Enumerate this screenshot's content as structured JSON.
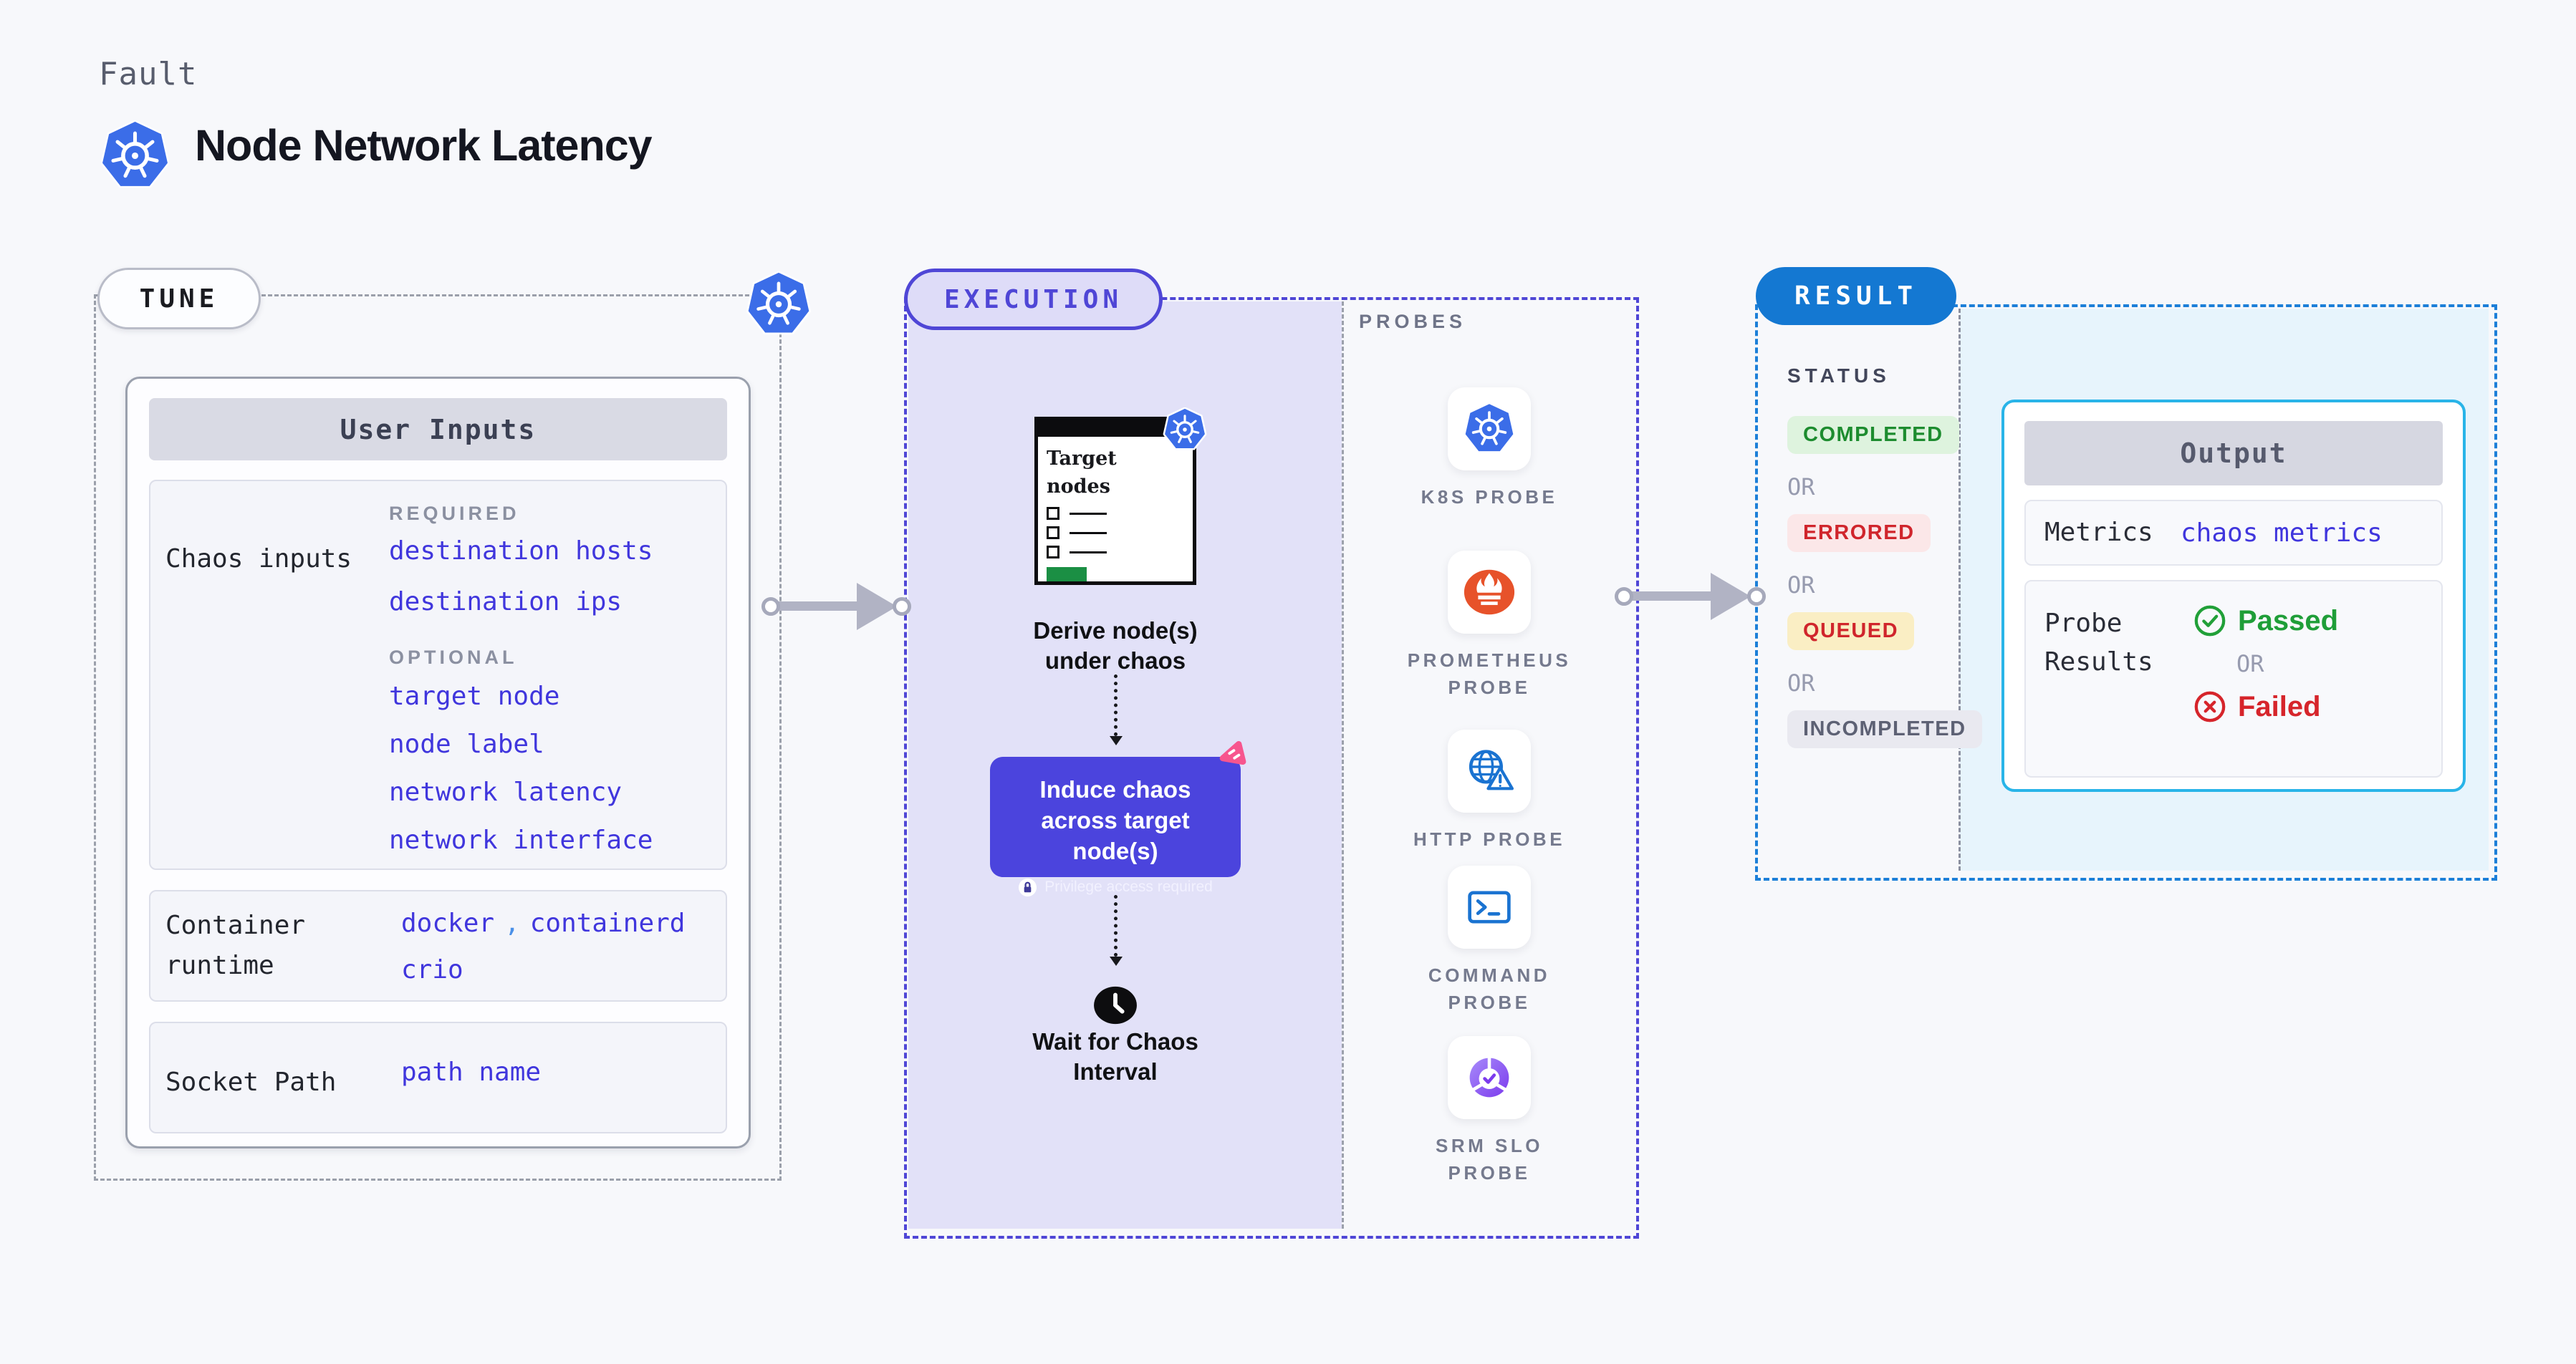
{
  "header": {
    "eyebrow": "Fault",
    "title": "Node Network Latency"
  },
  "tune": {
    "pill": "TUNE",
    "panel_title": "User Inputs",
    "chaos_inputs": {
      "label": "Chaos inputs",
      "required_heading": "REQUIRED",
      "required_items": [
        "destination hosts",
        "destination ips"
      ],
      "optional_heading": "OPTIONAL",
      "optional_items": [
        "target node",
        "node label",
        "network latency",
        "network interface"
      ]
    },
    "container_runtime": {
      "label": "Container runtime",
      "value_1": "docker",
      "separator": ",",
      "value_2": "containerd",
      "value_3": "crio"
    },
    "socket_path": {
      "label": "Socket Path",
      "value": "path name"
    }
  },
  "execution": {
    "pill": "EXECUTION",
    "target_nodes_title": "Target nodes",
    "derive_caption": "Derive node(s) under chaos",
    "induce_title": "Induce chaos across target node(s)",
    "privilege_note": "Privilege access required",
    "wait_caption": "Wait for Chaos Interval",
    "probes_title": "PROBES",
    "probes": [
      {
        "icon": "kubernetes-icon",
        "label": "K8S PROBE"
      },
      {
        "icon": "prometheus-icon",
        "label": "PROMETHEUS PROBE"
      },
      {
        "icon": "http-globe-icon",
        "label": "HTTP PROBE"
      },
      {
        "icon": "command-terminal-icon",
        "label": "COMMAND PROBE"
      },
      {
        "icon": "srm-slo-icon",
        "label": "SRM SLO PROBE"
      }
    ]
  },
  "result": {
    "pill": "RESULT",
    "status_title": "STATUS",
    "or_label": "OR",
    "statuses": [
      {
        "label": "COMPLETED",
        "text_color": "#1d8c2f",
        "bg_color": "#def3de"
      },
      {
        "label": "ERRORED",
        "text_color": "#d0252c",
        "bg_color": "#fbe7e8"
      },
      {
        "label": "QUEUED",
        "text_color": "#d0252c",
        "bg_color": "#faeec4"
      },
      {
        "label": "INCOMPLETED",
        "text_color": "#5d6174",
        "bg_color": "#e9e9f0"
      }
    ],
    "output": {
      "title": "Output",
      "metrics_label": "Metrics",
      "metrics_value": "chaos metrics",
      "probe_results_label": "Probe Results",
      "passed_label": "Passed",
      "or_label": "OR",
      "failed_label": "Failed"
    }
  },
  "colors": {
    "accent_indigo": "#4f46d6",
    "accent_blue": "#1478d2",
    "accent_cyan": "#29b4e8",
    "value_text": "#4036dd",
    "purple_step": "#4b44dd",
    "kubernetes_blue": "#3b6de8",
    "prometheus_orange": "#e7522a",
    "pass_green": "#1f9e38",
    "fail_red": "#d6252b"
  }
}
